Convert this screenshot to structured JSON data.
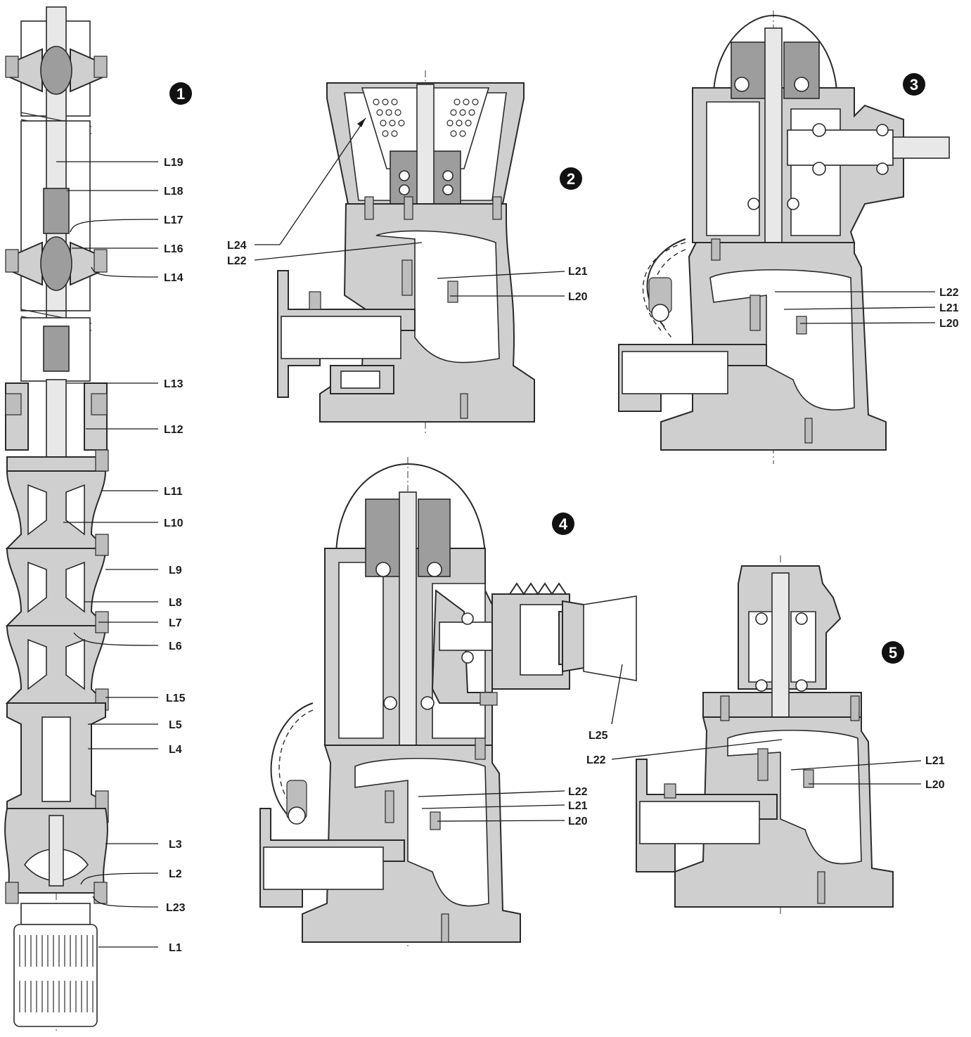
{
  "badges": [
    "1",
    "2",
    "3",
    "4",
    "5"
  ],
  "labels": {
    "fig1": [
      "L19",
      "L18",
      "L17",
      "L16",
      "L14",
      "L13",
      "L12",
      "L11",
      "L10",
      "L9",
      "L8",
      "L7",
      "L6",
      "L15",
      "L5",
      "L4",
      "L3",
      "L2",
      "L23",
      "L1"
    ],
    "fig2": [
      "L24",
      "L22",
      "L21",
      "L20"
    ],
    "fig3": [
      "L22",
      "L21",
      "L20"
    ],
    "fig4": [
      "L22",
      "L21",
      "L20",
      "L25"
    ],
    "fig5": [
      "L22",
      "L21",
      "L20"
    ]
  },
  "colors": {
    "ink": "#1a1a1a",
    "casting": "#cfcfcf",
    "background": "#ffffff"
  }
}
